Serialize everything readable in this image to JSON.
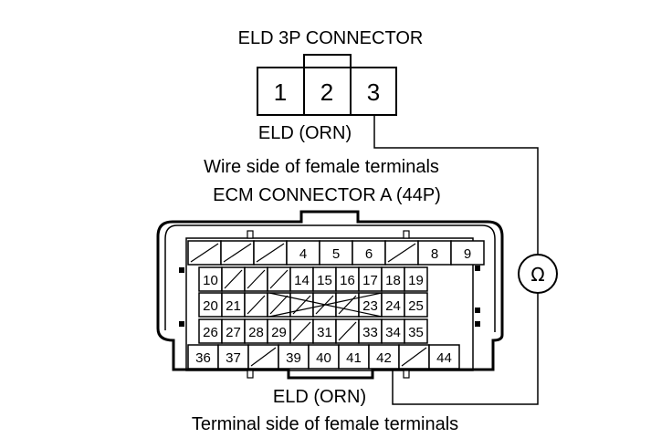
{
  "labels": {
    "eld_connector_title": "ELD 3P CONNECTOR",
    "eld_wire_top": "ELD (ORN)",
    "wire_side_caption": "Wire side of female terminals",
    "ecm_connector_title": "ECM CONNECTOR A (44P)",
    "eld_wire_bottom": "ELD (ORN)",
    "terminal_side_caption": "Terminal side of female terminals"
  },
  "eld_connector": {
    "pins": [
      "1",
      "2",
      "3"
    ]
  },
  "meter": {
    "symbol": "Ω"
  },
  "ecm_connector": {
    "row1": [
      "",
      "",
      "",
      "4",
      "5",
      "6",
      "",
      "8",
      "9"
    ],
    "row2": [
      "10",
      "",
      "",
      "",
      "14",
      "15",
      "16",
      "17",
      "18",
      "19"
    ],
    "row3": [
      "20",
      "21",
      "",
      "",
      "",
      "",
      "",
      "23",
      "24",
      "25"
    ],
    "row4": [
      "26",
      "27",
      "28",
      "29",
      "",
      "31",
      "",
      "33",
      "34",
      "35"
    ],
    "row5": [
      "36",
      "37",
      "",
      "39",
      "40",
      "41",
      "42",
      "",
      "44"
    ]
  }
}
